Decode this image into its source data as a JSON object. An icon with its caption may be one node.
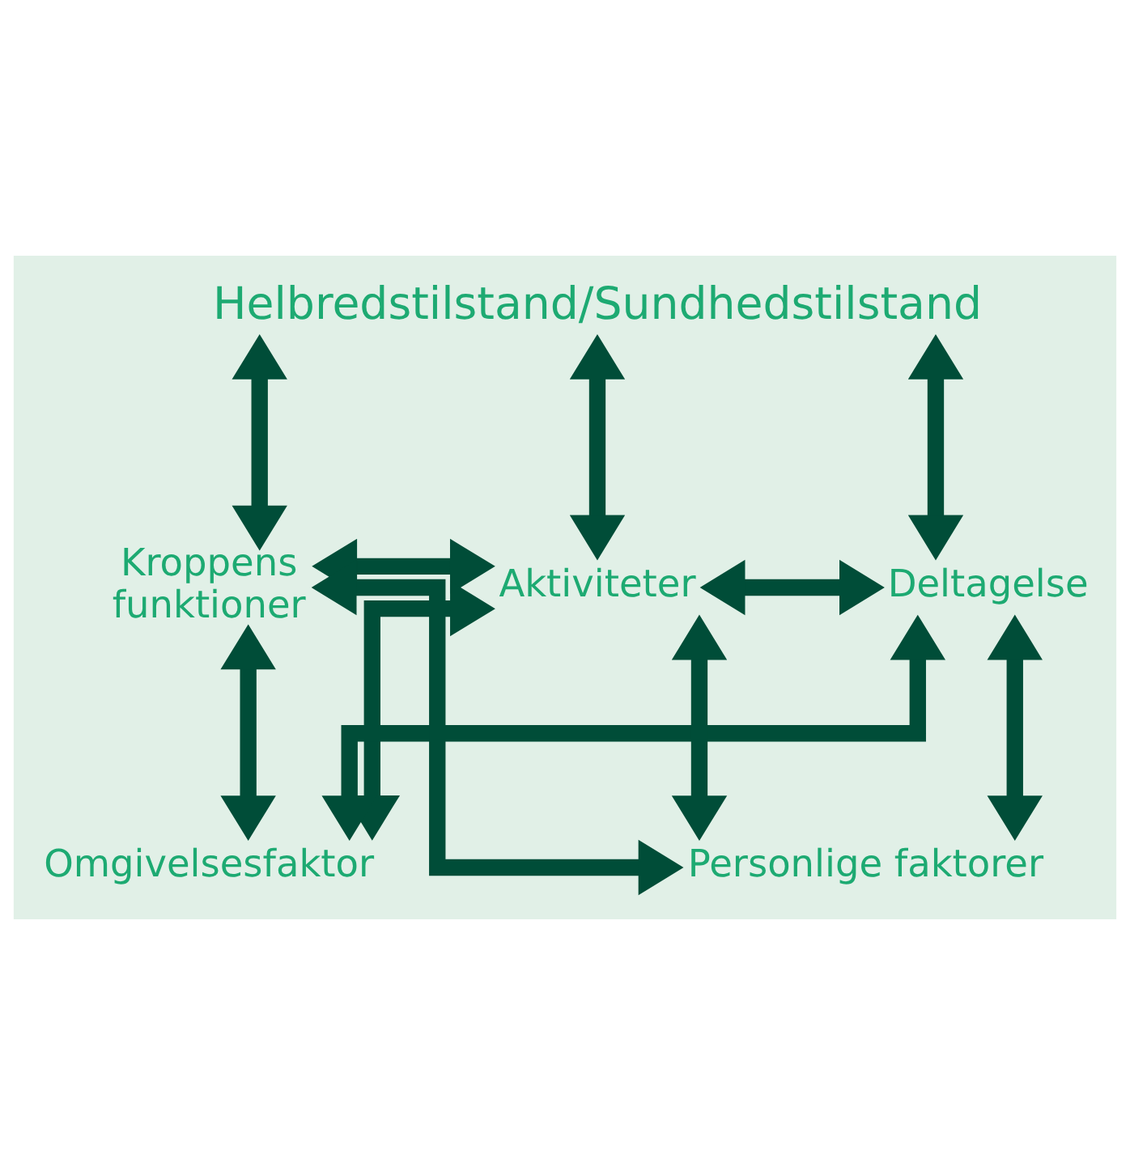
{
  "diagram": {
    "nodes": [
      {
        "text": [
          "Helbredstilstand/Sundhedstilstand"
        ]
      },
      {
        "text": [
          "Kroppens funktioner"
        ]
      },
      {
        "text": [
          "Aktiviteter"
        ]
      },
      {
        "text": [
          "Deltagelse"
        ]
      },
      {
        "text": [
          "Omgivelsesfaktor"
        ]
      },
      {
        "text": [
          "Personlige faktorer"
        ]
      }
    ],
    "edges": [
      {
        "from": 0,
        "to": 1,
        "arrow": "both"
      },
      {
        "from": 0,
        "to": 2,
        "arrow": "both"
      },
      {
        "from": 0,
        "to": 3,
        "arrow": "both"
      },
      {
        "from": 1,
        "to": 2,
        "arrow": "both"
      },
      {
        "from": 2,
        "to": 3,
        "arrow": "both"
      },
      {
        "from": 4,
        "to": 1,
        "arrow": "both"
      },
      {
        "from": 4,
        "to": 2,
        "arrow": "both"
      },
      {
        "from": 4,
        "to": 3,
        "arrow": "both"
      },
      {
        "from": 5,
        "to": 1,
        "arrow": "both"
      },
      {
        "from": 5,
        "to": 2,
        "arrow": "both"
      },
      {
        "from": 5,
        "to": 3,
        "arrow": "both"
      }
    ]
  }
}
